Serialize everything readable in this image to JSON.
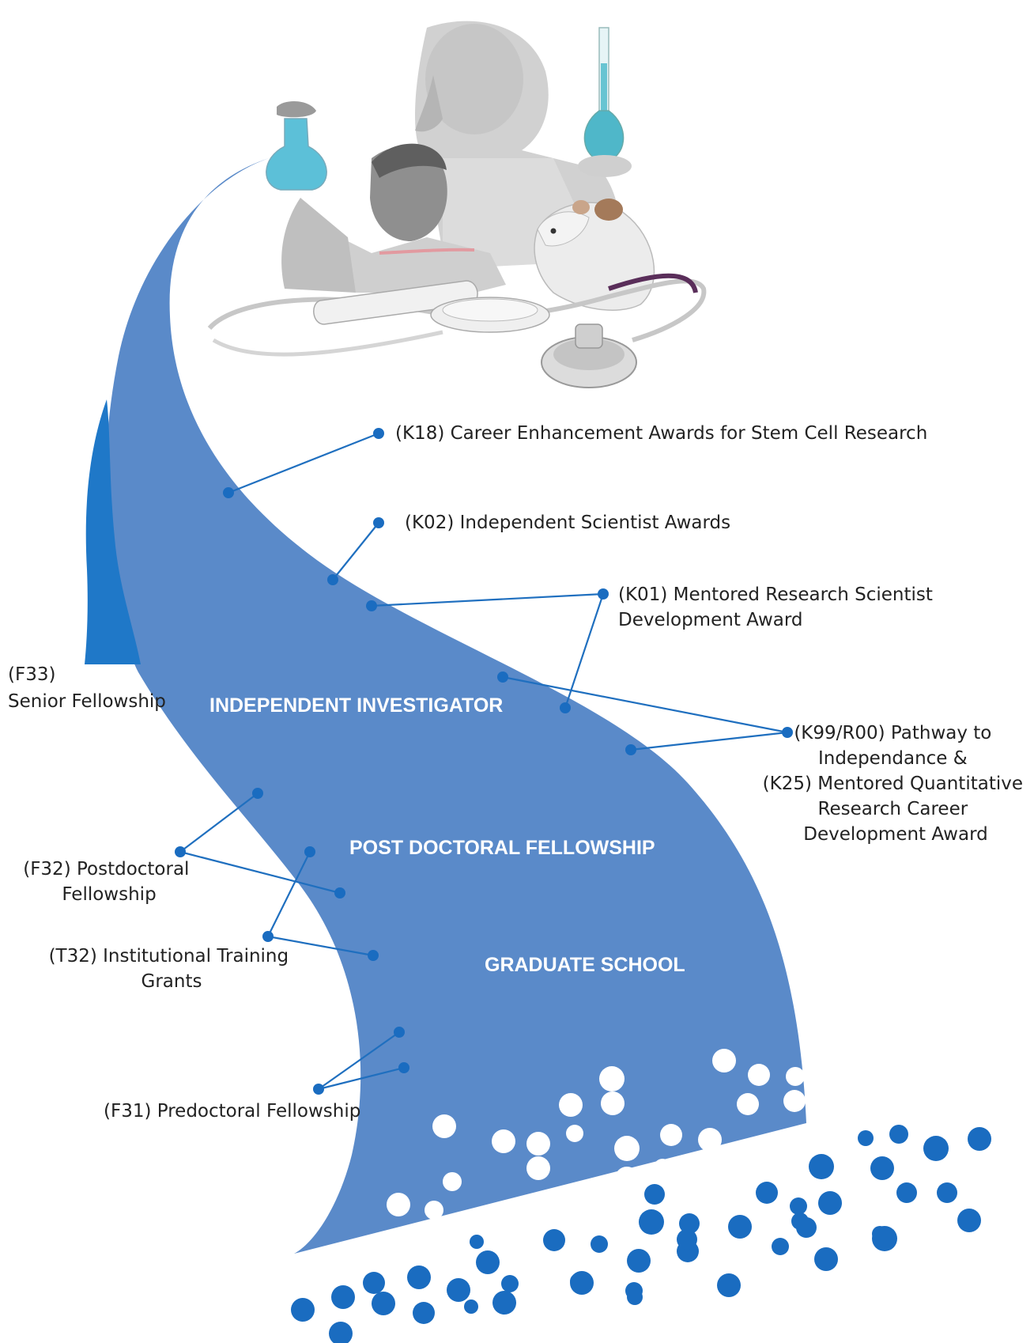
{
  "colors": {
    "river": "#5a8ac9",
    "river_dark": "#1f78c8",
    "connector": "#1f6fbf",
    "node": "#1a6cc0",
    "bubble_blue": "#1a6cc0",
    "bubble_white": "#ffffff",
    "label_text": "#222222"
  },
  "stages": {
    "independent_investigator": "INDEPENDENT INVESTIGATOR",
    "post_doctoral": "POST DOCTORAL FELLOWSHIP",
    "graduate_school": "GRADUATE SCHOOL"
  },
  "awards": {
    "k18": [
      "(K18) Career Enhancement Awards for Stem Cell Research"
    ],
    "k02": [
      "(K02) Independent Scientist  Awards"
    ],
    "k01": [
      "(K01) Mentored Research Scientist",
      "Development Award"
    ],
    "k99": [
      "(K99/R00)  Pathway to",
      "Independance &",
      "(K25) Mentored Quantitative",
      "Research Career",
      "Development Award"
    ],
    "f33": [
      "(F33)",
      "Senior Fellowship"
    ],
    "f32": [
      "(F32) Postdoctoral",
      "Fellowship"
    ],
    "t32": [
      "(T32) Institutional Training",
      "Grants"
    ],
    "f31": [
      "(F31) Predoctoral Fellowship"
    ]
  },
  "illustration": {
    "icons": [
      "scientist-woman-icon",
      "scientist-man-icon",
      "flask-icon",
      "volumetric-flask-icon",
      "lab-rat-icon",
      "stethoscope-icon",
      "test-tube-icon",
      "petri-dish-icon"
    ]
  }
}
